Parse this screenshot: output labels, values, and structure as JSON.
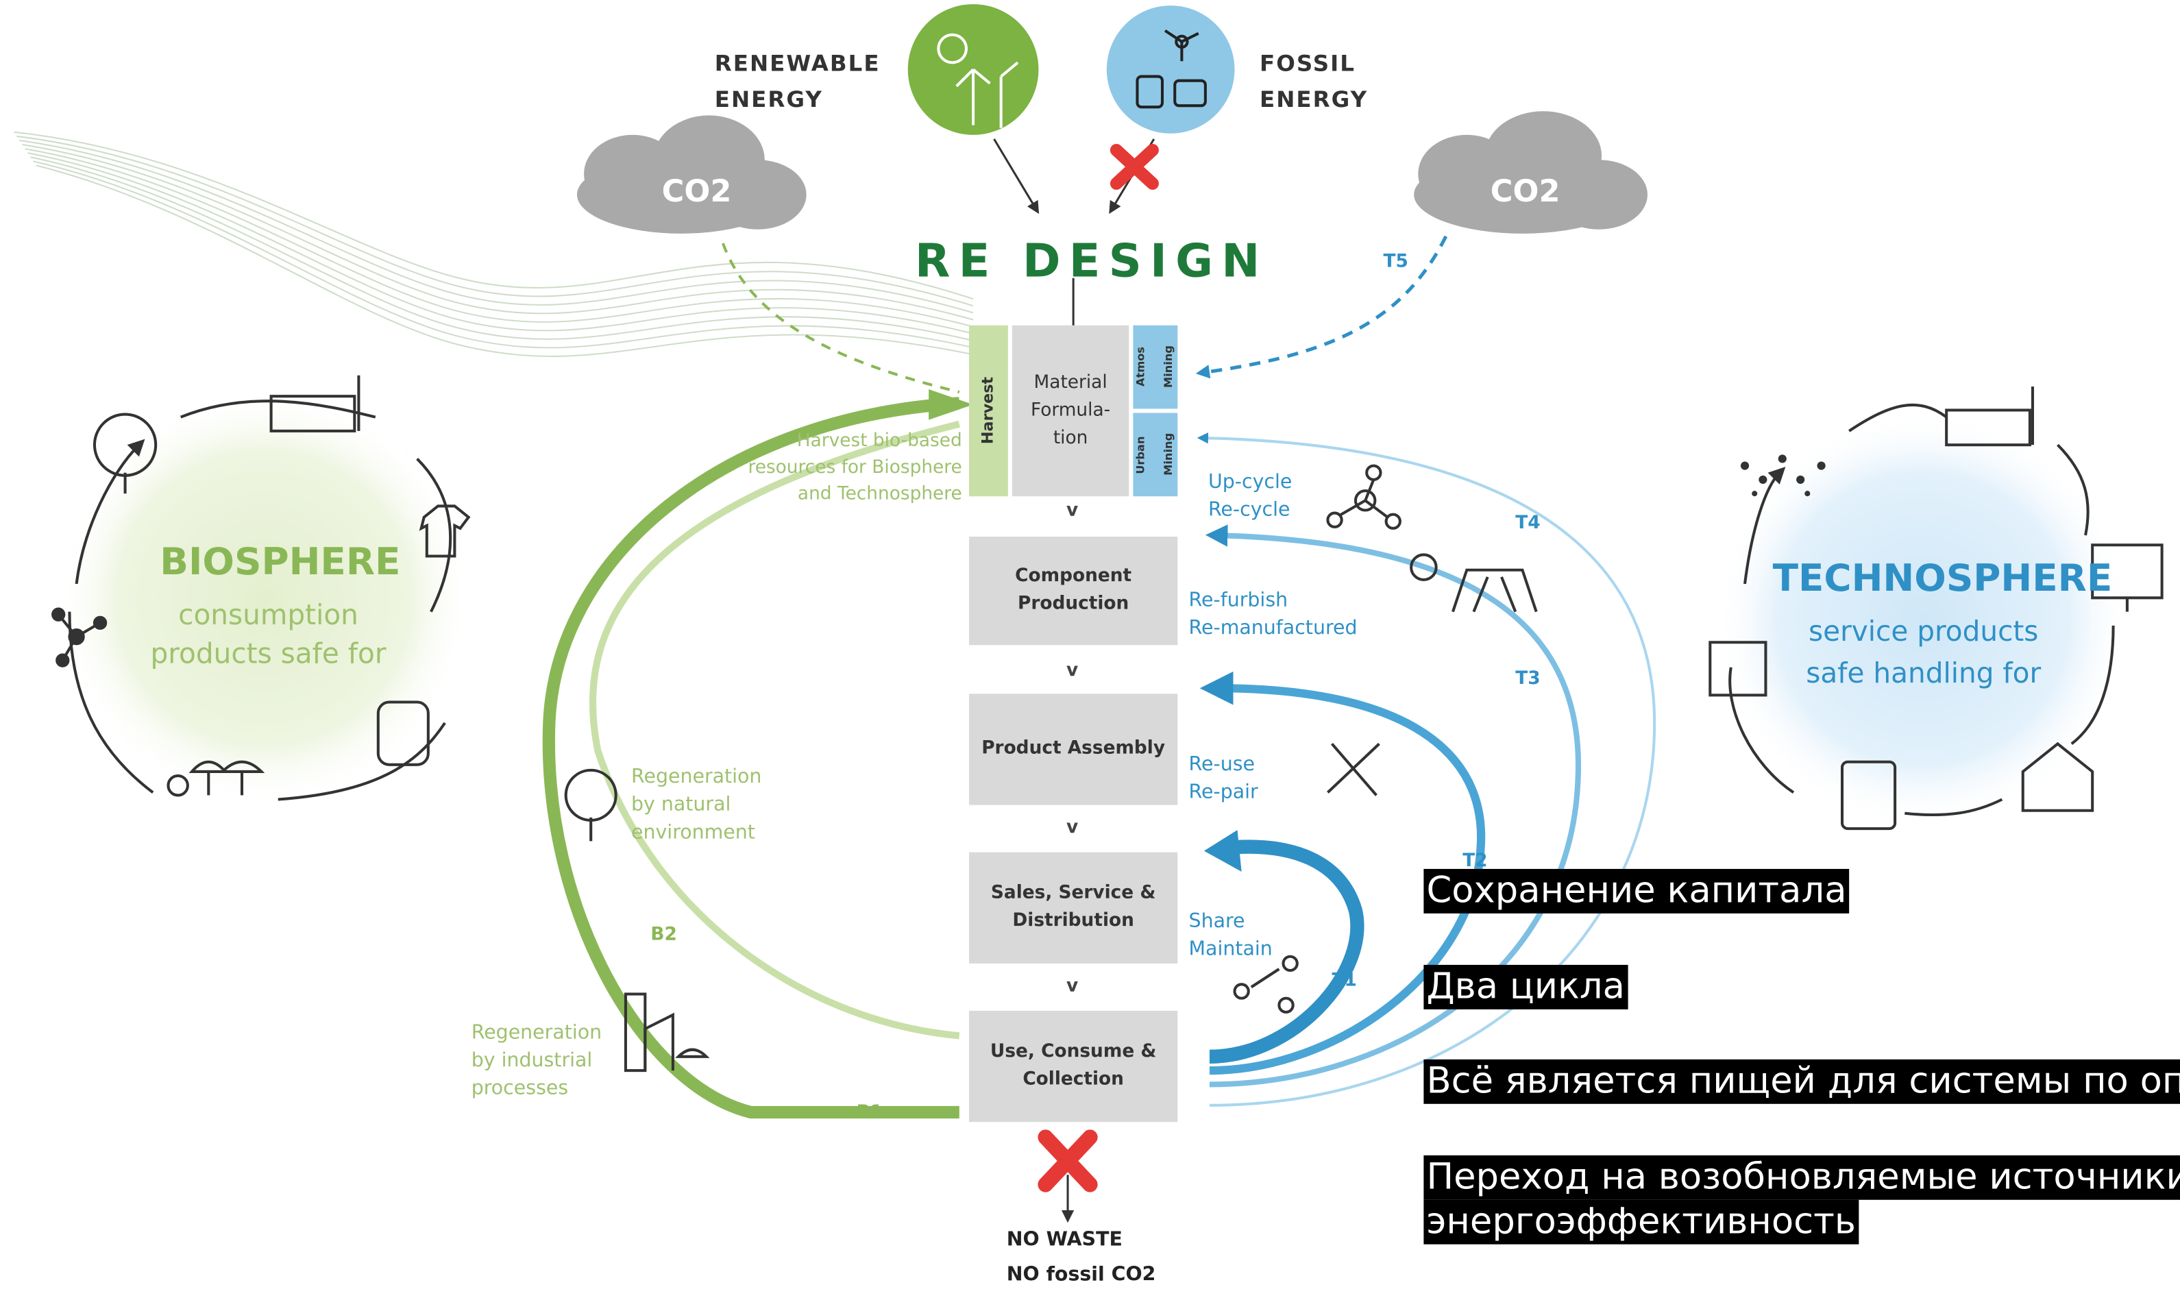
{
  "energy": {
    "renewable": [
      "RENEWABLE",
      "ENERGY"
    ],
    "fossil": [
      "FOSSIL",
      "ENERGY"
    ]
  },
  "clouds": [
    "CO2",
    "CO2"
  ],
  "logo": "RE DESIGN",
  "chain": {
    "harvest": "Harvest",
    "material": "Material Formula- tion",
    "atmos": "Atmos Mining",
    "urban": "Urban Mining",
    "component": "Component Production",
    "assembly": "Product Assembly",
    "sales": "Sales, Service & Distribution",
    "use": "Use, Consume & Collection",
    "chevron": "v"
  },
  "bottom": {
    "line1": "NO WASTE",
    "line2": "NO fossil CO2"
  },
  "technical_loops": {
    "upcycle": "Up-cycle\nRe-cycle",
    "refurbish": "Re-furbish\nRe-manufactured",
    "reuse": "Re-use\nRe-pair",
    "share": "Share\nMaintain",
    "codes": [
      "T1",
      "T2",
      "T3",
      "T4",
      "T5"
    ]
  },
  "biological_loops": {
    "harvest_note": "Harvest bio-based\nresources for Biosphere\nand Technosphere",
    "natural": "Regeneration\nby natural\nenvironment",
    "industrial": "Regeneration\nby industrial\nprocesses",
    "codes": [
      "B1",
      "B2"
    ]
  },
  "biosphere": {
    "title": "BIOSPHERE",
    "subtitle": "consumption\nproducts safe for"
  },
  "technosphere": {
    "title": "TECHNOSPHERE",
    "subtitle": "service products\nsafe handling for"
  },
  "overlay": [
    "Сохранение капитала",
    "Два цикла",
    "Всё является пищей для системы по опр",
    "Переход на возобновляемые источники",
    "энергоэффективность"
  ],
  "colors": {
    "green": "#8ab755",
    "light_green": "#c9dfa8",
    "blue": "#2f90c6",
    "light_blue": "#9fd0ea",
    "dark_green": "#1f7a3a",
    "red": "#e53935",
    "box_grey": "#d9d9da"
  }
}
